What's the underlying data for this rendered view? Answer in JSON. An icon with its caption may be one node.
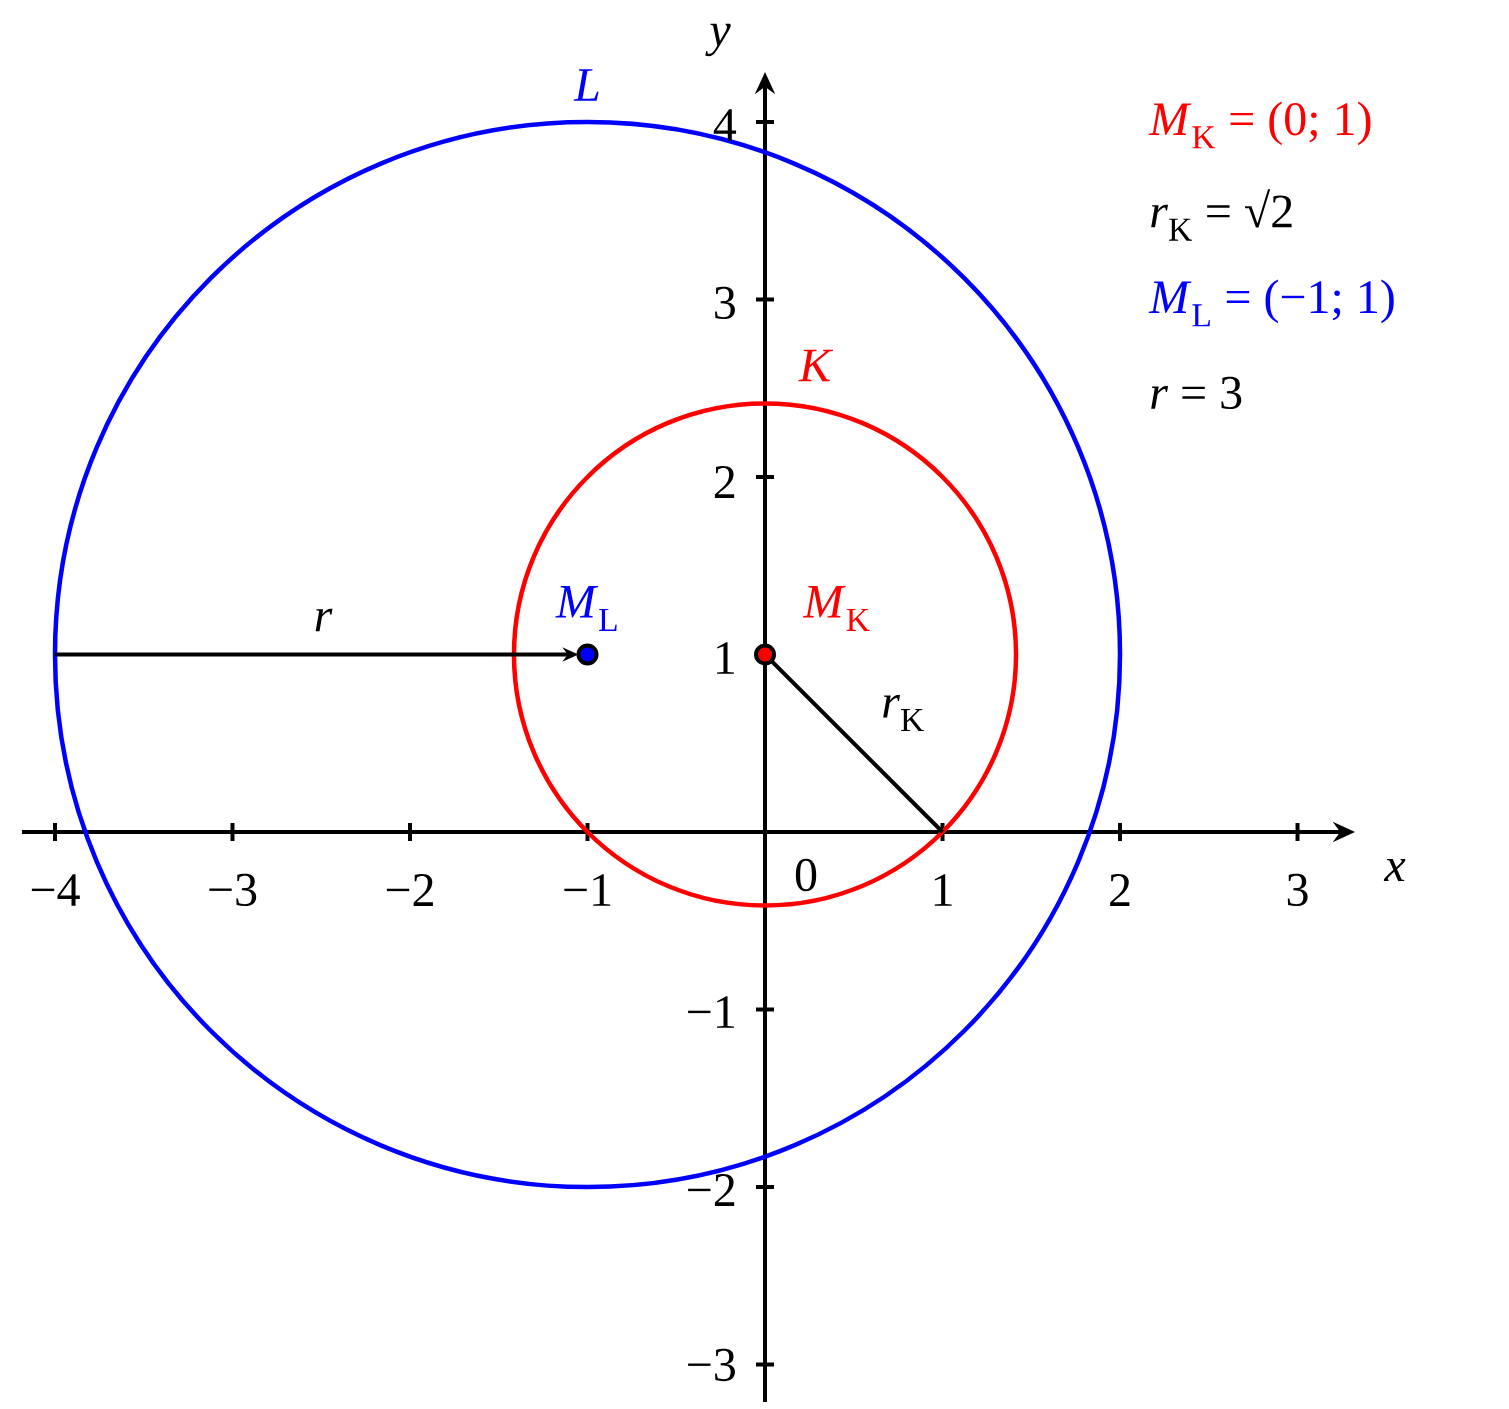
{
  "diagram": {
    "nodes": [
      {
        "text": [
          "L"
        ]
      },
      {
        "text": [
          "K"
        ],
        "in": 0
      },
      {
        "text": [
          "*M*$_{L}$"
        ],
        "in": 1
      },
      {
        "text": [
          "*M*$_{K}$"
        ],
        "in": 1
      }
    ],
    "edges": [
      {
        "from": 0,
        "to": 2,
        "arrow": "to",
        "label": "r"
      },
      {
        "from": 3,
        "to": 1,
        "arrow": "none",
        "label": "*r*$_{K}$"
      }
    ],
    "labels": [
      "y",
      "*M*$_{K}$ = (0; 1)",
      "4",
      "*r*$_{K}$ = √2",
      "3",
      "*M*$_{L}$ = (−1; 1)",
      "*r* = 3",
      "2",
      "1",
      "0",
      "x",
      "−4",
      "−3",
      "−2",
      "−1",
      "1",
      "2",
      "3",
      "−1",
      "−2",
      "−3"
    ]
  }
}
